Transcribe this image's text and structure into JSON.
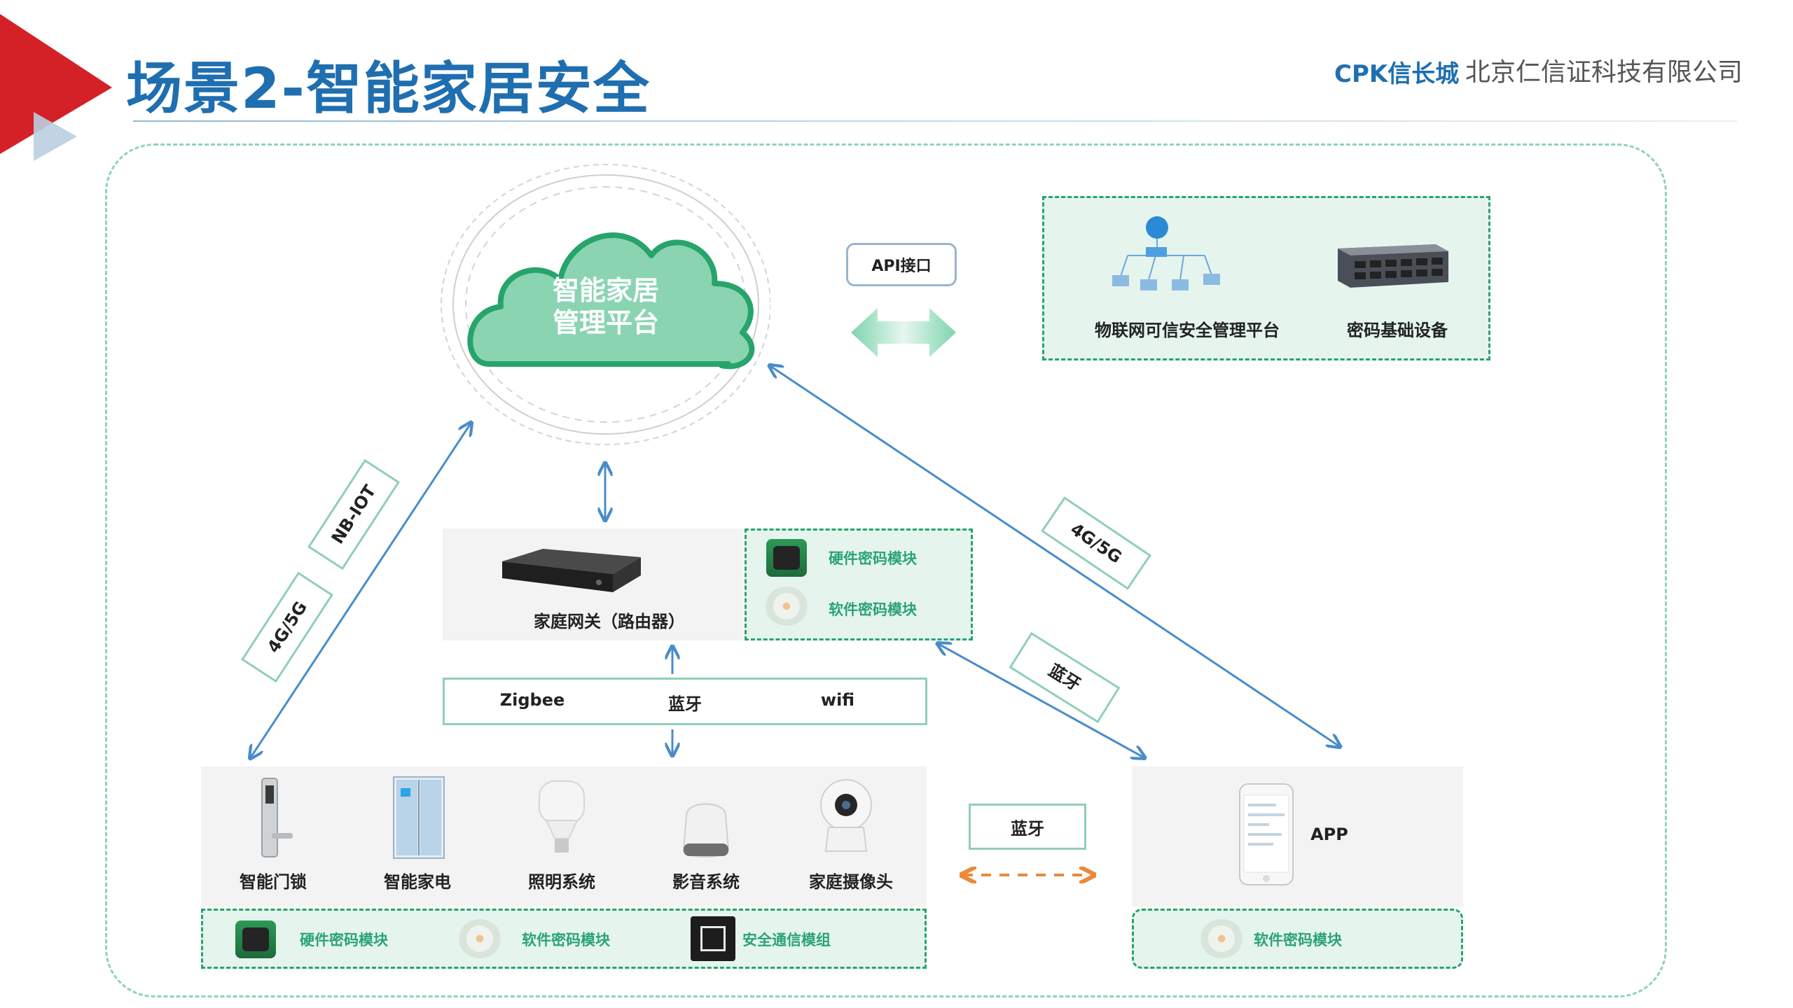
{
  "header": {
    "title": "场景2-智能家居安全",
    "logo": "CPK信长城",
    "company": "北京仁信证科技有限公司"
  },
  "cloud": {
    "line1": "智能家居",
    "line2": "管理平台"
  },
  "api_label": "API接口",
  "platform_box": {
    "item1": "物联网可信安全管理平台",
    "item2": "密码基础设备"
  },
  "gateway": {
    "label": "家庭网关（路由器）",
    "hw_module": "硬件密码模块",
    "sw_module": "软件密码模块"
  },
  "protocols": [
    "Zigbee",
    "蓝牙",
    "wifi"
  ],
  "links": {
    "nbiot": "NB-IOT",
    "g45_left": "4G/5G",
    "g45_right": "4G/5G",
    "bluetooth_diag": "蓝牙",
    "bluetooth_mid": "蓝牙"
  },
  "devices": [
    "智能门锁",
    "智能家电",
    "照明系统",
    "影音系统",
    "家庭摄像头"
  ],
  "device_modules": {
    "hw": "硬件密码模块",
    "sw": "软件密码模块",
    "comm": "安全通信模组"
  },
  "app": {
    "label": "APP",
    "sw_module": "软件密码模块"
  },
  "colors": {
    "title_blue": "#1f6fb0",
    "arrow_blue": "#4a8cc9",
    "green": "#27a46b",
    "cloud_fill": "#8ad4b2",
    "orange": "#ea8a3a"
  }
}
